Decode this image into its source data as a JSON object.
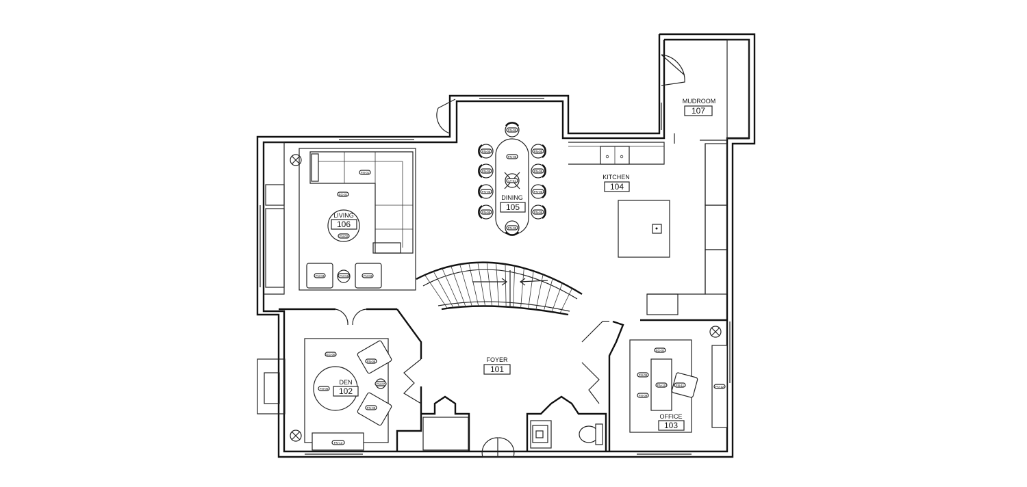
{
  "rooms": {
    "foyer": {
      "name": "FOYER",
      "number": "101"
    },
    "den": {
      "name": "DEN",
      "number": "102"
    },
    "office": {
      "name": "OFFICE",
      "number": "103"
    },
    "kitchen": {
      "name": "KITCHEN",
      "number": "104"
    },
    "dining": {
      "name": "DINING",
      "number": "105"
    },
    "living": {
      "name": "LIVING",
      "number": "106"
    },
    "mudroom": {
      "name": "MUDROOM",
      "number": "107"
    }
  },
  "furniture_tags": {
    "dining_chair": "FN-05",
    "dining_center": "LT-01",
    "living_sofa": "FN-01",
    "living_lamp": "EG-01",
    "living_table": "FN-02",
    "living_chair": "FN-03",
    "living_side": "FN-04",
    "den_lamp": "EG-06",
    "den_chair": "FN-08",
    "den_table": "FN-06",
    "den_side": "FN-07",
    "den_console": "FN-13",
    "office_lamp": "EG-02",
    "office_chair": "FN-09",
    "office_desk": "FN-10",
    "office_task": "FN-11",
    "office_shelf": "FN-12"
  },
  "icons": [
    "ceiling-light-x-icon",
    "stair-direction-arrow-icon",
    "door-swing-icon"
  ]
}
